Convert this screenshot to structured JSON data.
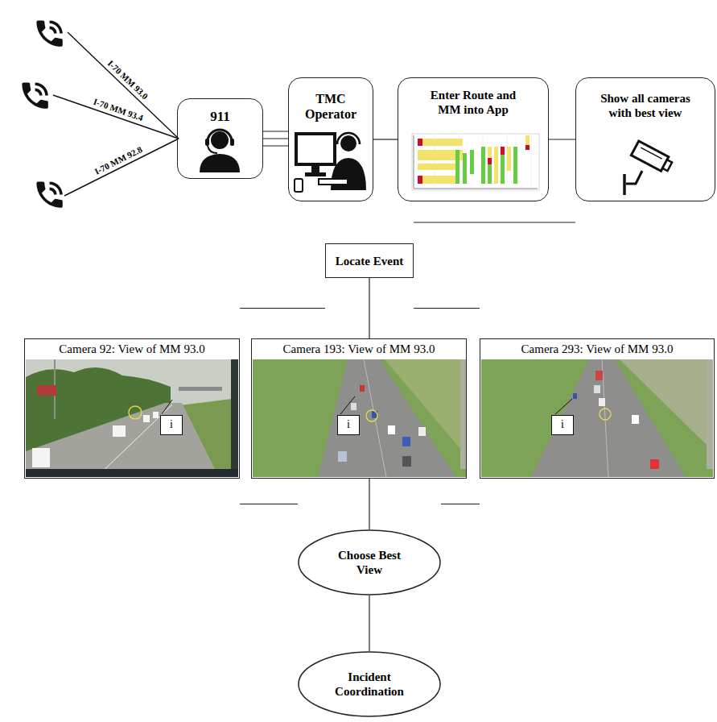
{
  "diagram": {
    "nodes": [
      {
        "text": [
          "911"
        ]
      },
      {
        "text": [
          "TMC Operator"
        ]
      },
      {
        "text": [
          "Enter Route and MM into App"
        ]
      },
      {
        "text": [
          "Show all cameras with best view"
        ]
      },
      {
        "text": [
          "Locate Event"
        ]
      },
      {
        "text": [
          "Camera 92: View of MM 93.0"
        ]
      },
      {
        "text": [
          "i"
        ],
        "in": 5
      },
      {
        "text": [
          "Camera 193: View of MM 93.0"
        ]
      },
      {
        "text": [
          "i"
        ],
        "in": 7
      },
      {
        "text": [
          "Camera 293: View of MM 93.0"
        ]
      },
      {
        "text": [
          "i"
        ],
        "in": 9
      },
      {
        "text": [
          "Choose Best View"
        ]
      },
      {
        "text": [
          "Incident Coordination"
        ]
      }
    ],
    "edges": [
      {
        "from": 0,
        "to": 1,
        "arrow": "none"
      },
      {
        "from": 1,
        "to": 2,
        "arrow": "none"
      },
      {
        "from": 2,
        "to": 3,
        "arrow": "none"
      },
      {
        "from": 3,
        "to": 4,
        "arrow": "none"
      },
      {
        "from": 4,
        "to": 5,
        "arrow": "none"
      },
      {
        "from": 4,
        "to": 7,
        "arrow": "none"
      },
      {
        "from": 4,
        "to": 9,
        "arrow": "none"
      },
      {
        "from": 5,
        "to": 11,
        "arrow": "none"
      },
      {
        "from": 7,
        "to": 11,
        "arrow": "none"
      },
      {
        "from": 9,
        "to": 11,
        "arrow": "none"
      },
      {
        "from": 11,
        "to": 12,
        "arrow": "none"
      }
    ],
    "labels": [
      "I-70 MM 93.0",
      "I-70 MM 93.4",
      "I-70 MM 92.8"
    ]
  }
}
